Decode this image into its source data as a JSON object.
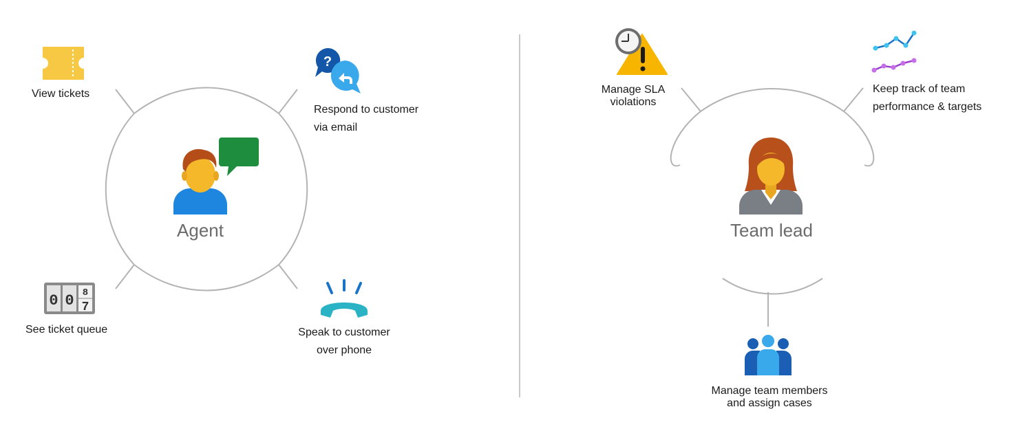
{
  "agent": {
    "name": "Agent",
    "features": {
      "view_tickets": "View tickets",
      "respond_email_1": "Respond to customer",
      "respond_email_2": "via email",
      "ticket_queue": "See ticket queue",
      "counter_digits": [
        "0",
        "0",
        "8",
        "7"
      ],
      "speak_phone_1": "Speak to customer",
      "speak_phone_2": "over phone"
    }
  },
  "team_lead": {
    "name": "Team lead",
    "features": {
      "sla_1": "Manage SLA",
      "sla_2": "violations",
      "perf_1": "Keep track of team",
      "perf_2": "performance & targets",
      "members_1": "Manage team members",
      "members_2": "and assign cases"
    }
  },
  "icon_question_mark": "?",
  "colors": {
    "line": "#b3b3b3",
    "role_text": "#6b6b6b",
    "ticket": "#f7c843",
    "chat_green": "#1e8e3e",
    "blue": "#1f86e0",
    "warning": "#f7b500",
    "phone_teal": "#2ab3c4",
    "chart_blue": "#1a73c8",
    "chart_purple": "#9b3fd0"
  }
}
